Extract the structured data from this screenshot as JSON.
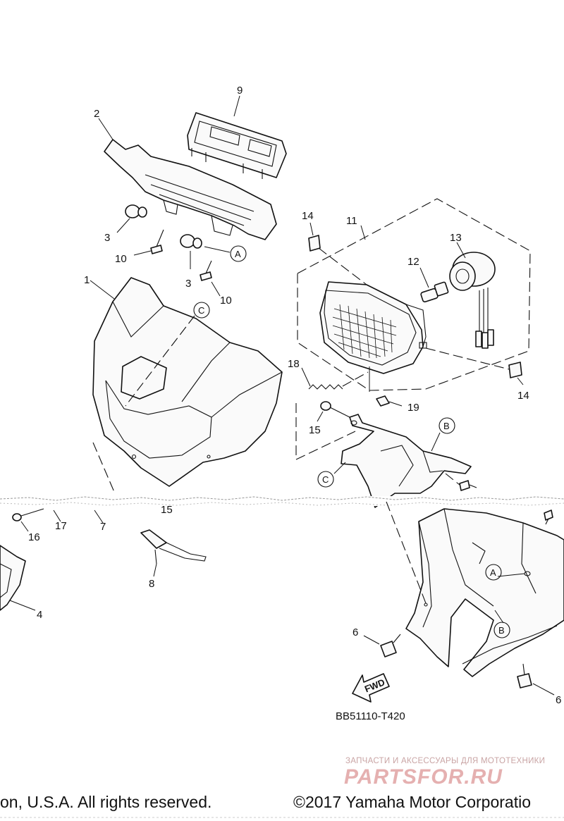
{
  "labels": {
    "l1": "1",
    "l2": "2",
    "l3a": "3",
    "l3b": "3",
    "l4": "4",
    "l6a": "6",
    "l6b": "6",
    "l7": "7",
    "l8": "8",
    "l9": "9",
    "l10a": "10",
    "l10b": "10",
    "l11": "11",
    "l12": "12",
    "l13": "13",
    "l14a": "14",
    "l14b": "14",
    "l15a": "15",
    "l15b": "15",
    "l16": "16",
    "l17": "17",
    "l18": "18",
    "l19": "19"
  },
  "refs": {
    "a1": "A",
    "a2": "A",
    "b1": "B",
    "b2": "B",
    "c1": "C",
    "c2": "C"
  },
  "fwd": "FWD",
  "diagram_code": "BB51110-T420",
  "footer": {
    "left": "on, U.S.A. All rights reserved.",
    "right": "©2017 Yamaha Motor Corporatio"
  },
  "watermark": {
    "caption": "ЗАПЧАСТИ И АКСЕССУАРЫ ДЛЯ МОТОТЕХНИКИ",
    "logo": "PARTSFOR.RU"
  }
}
